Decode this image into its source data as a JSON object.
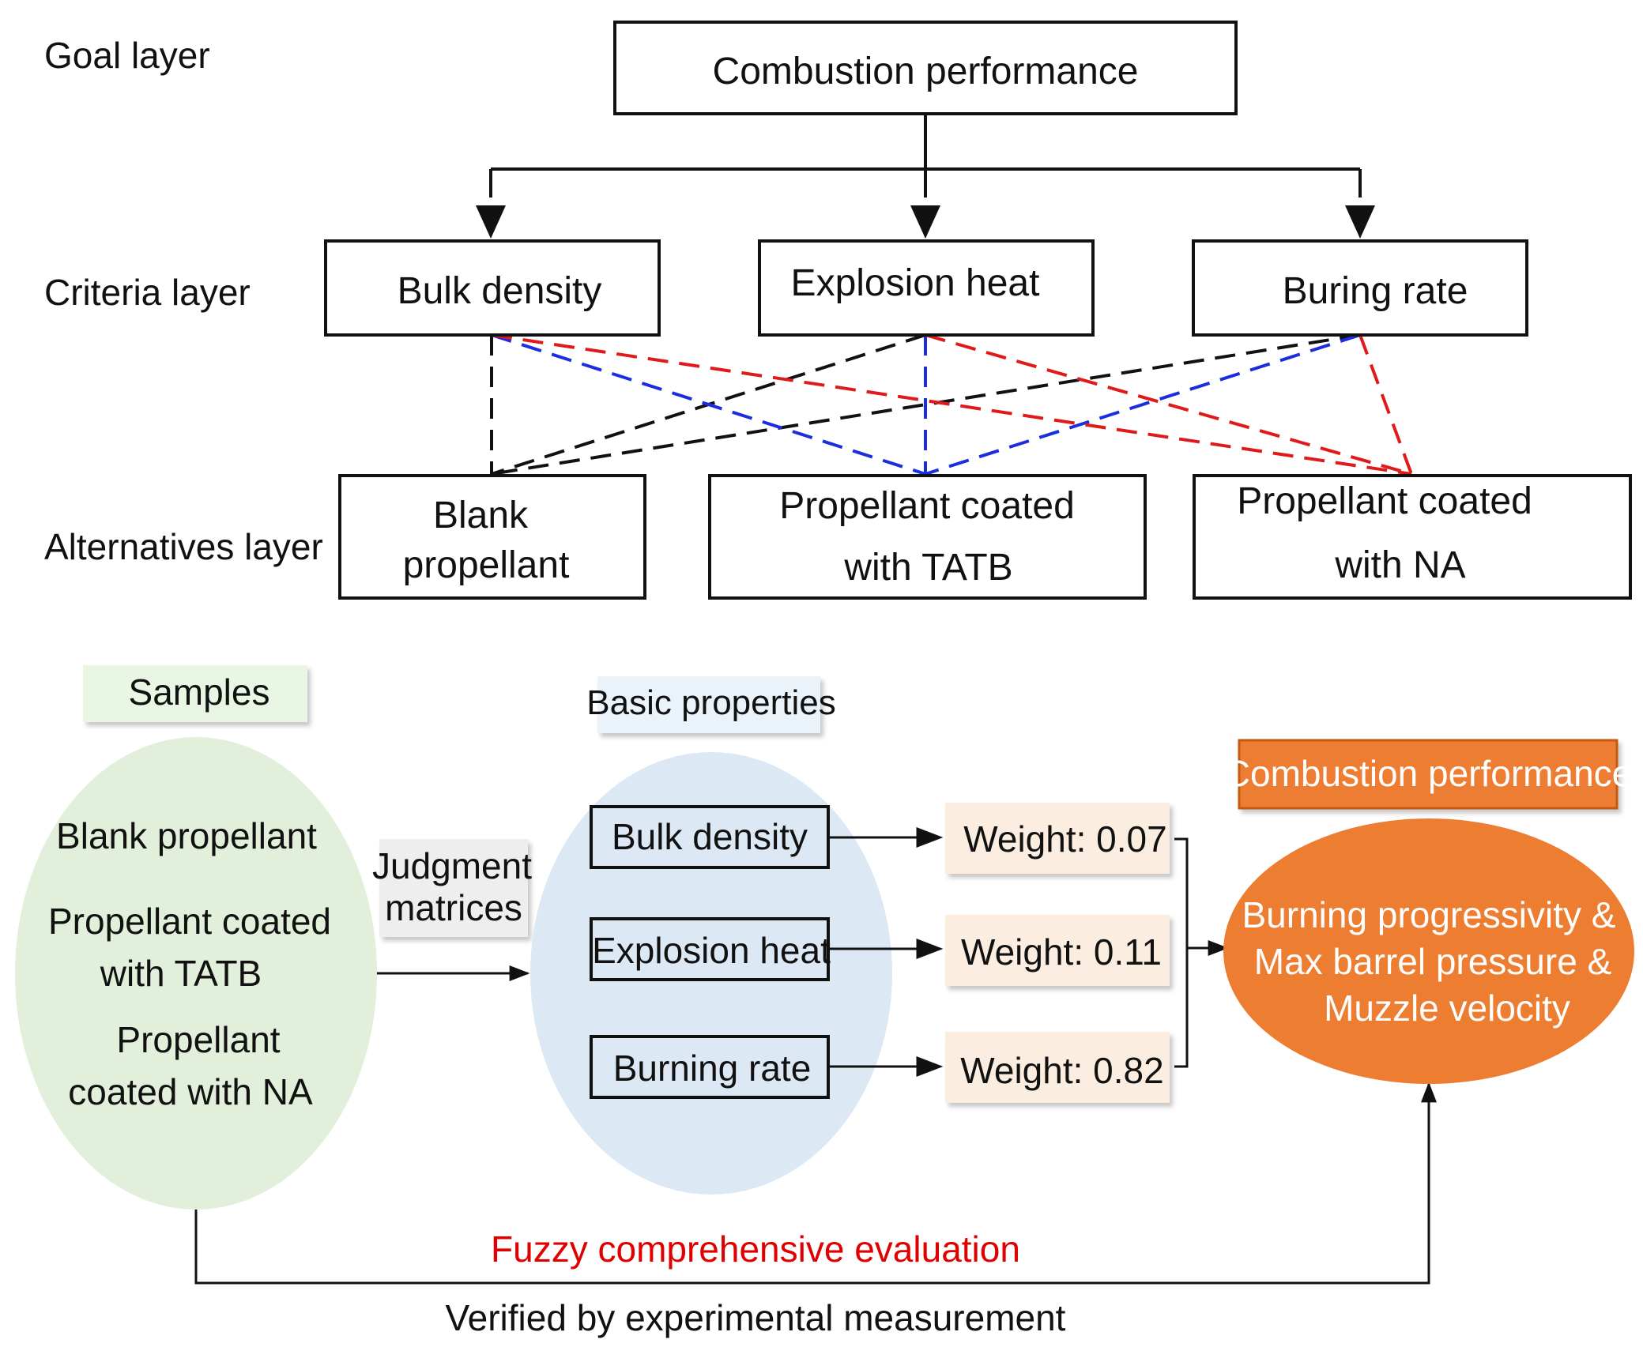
{
  "top": {
    "layers": {
      "goal": "Goal layer",
      "criteria": "Criteria layer",
      "alternatives": "Alternatives layer"
    },
    "goal_box": "Combustion performance",
    "criteria": [
      "Bulk density",
      "Explosion heat",
      "Buring rate"
    ],
    "alternatives": [
      [
        "Blank",
        "propellant"
      ],
      [
        "Propellant coated",
        "with TATB"
      ],
      [
        "Propellant coated",
        "with NA"
      ]
    ],
    "link_colors": {
      "blank": "#111111",
      "tatb": "#1a2ee0",
      "na": "#e01a1a"
    }
  },
  "bottom": {
    "samples_label": "Samples",
    "samples": [
      "Blank propellant",
      "Propellant coated",
      "with TATB",
      "Propellant",
      "coated with NA"
    ],
    "judgment": [
      "Judgment",
      "matrices"
    ],
    "basic_label": "Basic properties",
    "properties": [
      "Bulk density",
      "Explosion heat",
      "Burning rate"
    ],
    "weights": [
      "Weight: 0.07",
      "Weight: 0.11",
      "Weight: 0.82"
    ],
    "combustion_label": "Combustion performance",
    "outcome": [
      "Burning progressivity &",
      "Max barrel pressure &",
      "Muzzle velocity"
    ],
    "fuzzy": "Fuzzy comprehensive evaluation",
    "verified": "Verified by experimental measurement",
    "colors": {
      "samples_fill": "#e2efda",
      "samples_label_fill": "#eaf6e4",
      "basic_fill": "#dde8f5",
      "basic_label_fill": "#eaf2fa",
      "judgment_fill": "#eeeeee",
      "weight_fill": "#fbeee0",
      "orange": "#ed7d31",
      "orange_dark": "#c55a11",
      "fuzzy_text": "#e00000"
    }
  }
}
